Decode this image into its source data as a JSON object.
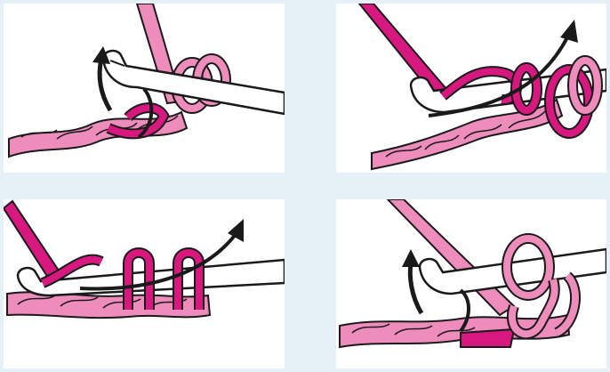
{
  "figure": {
    "panels": [
      {
        "id": "step-1"
      },
      {
        "id": "step-2"
      },
      {
        "id": "step-3"
      },
      {
        "id": "step-4"
      }
    ]
  },
  "colors": {
    "background": "#e5f1f7",
    "panel": "#ffffff",
    "yarn_light": "#ee8cbc",
    "yarn_mid": "#e0609a",
    "yarn_dark": "#d7197f",
    "outline": "#1a1a1a",
    "hook": "#ffffff",
    "arrow": "#1a1a1a"
  }
}
